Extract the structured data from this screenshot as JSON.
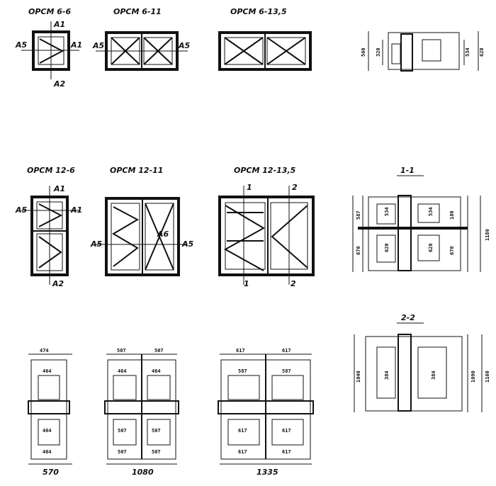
{
  "titles": {
    "t1": "ОРСМ 6-6",
    "t2": "ОРСМ 6-11",
    "t3": "ОРСМ 6-13,5",
    "t4": "ОРСМ 12-6",
    "t5": "ОРСМ 12-11",
    "t6": "ОРСМ 12-13,5",
    "sec1": "1-1",
    "sec2": "2-2"
  },
  "callouts": {
    "a1": "А1",
    "a5": "А5",
    "a2": "А2",
    "a6": "А6",
    "n1": "1",
    "n2": "2"
  },
  "dims": {
    "w1": "570",
    "w2": "1080",
    "w3": "1335",
    "d474": "474",
    "d464": "464",
    "d507": "507",
    "d617": "617",
    "d587": "587",
    "d180": "180",
    "d320": "320",
    "d534": "534",
    "d560": "560",
    "d670": "670",
    "d620": "620",
    "d1160": "1160",
    "d1180": "1180",
    "d1040": "1040",
    "d1090": "1090",
    "d384": "384"
  }
}
